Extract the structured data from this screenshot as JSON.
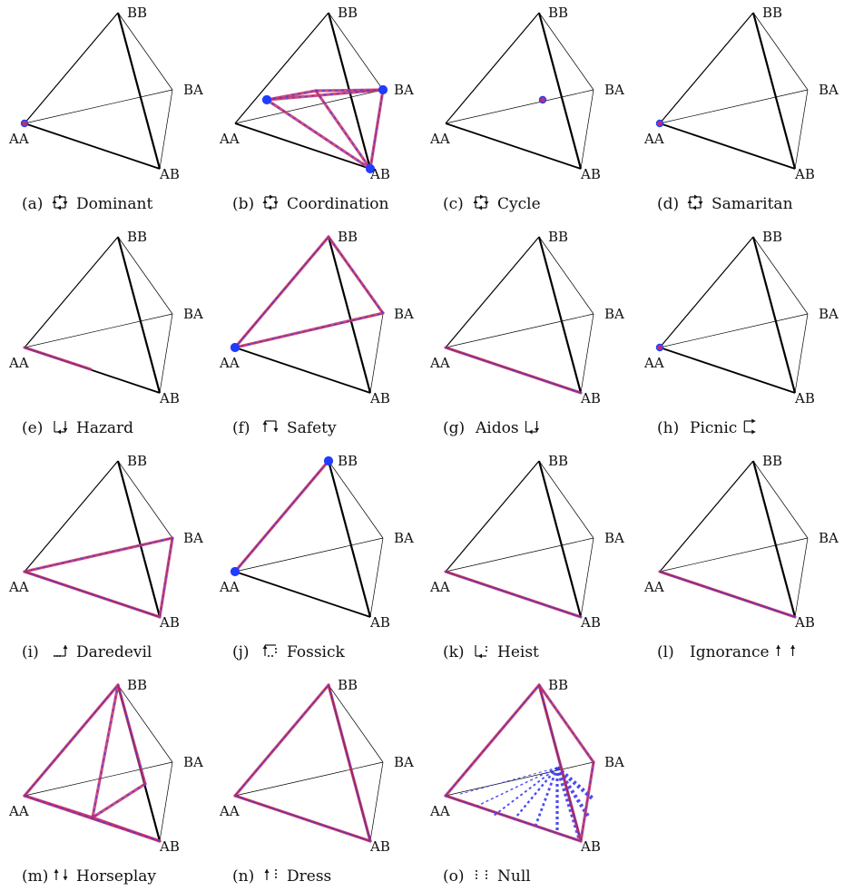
{
  "vertex_labels": {
    "AA": "AA",
    "AB": "AB",
    "BA": "BA",
    "BB": "BB"
  },
  "colors": {
    "edge": "#000000",
    "trajectory": "#c8306a",
    "trajectory_alt": "#3a3aee",
    "point_fill": "#1f3cff",
    "point_edge": "#c8306a"
  },
  "panels": [
    {
      "letter": "(a)",
      "name": "Dominant",
      "glyph_before": "square-cycle",
      "glyph_after": "",
      "paths": [],
      "points": [
        "AA"
      ],
      "point_style": "red"
    },
    {
      "letter": "(b)",
      "name": "Coordination",
      "glyph_before": "square-cycle",
      "glyph_after": "",
      "paths": [
        [
          "P1",
          "BA"
        ],
        [
          "P1",
          "AB"
        ],
        [
          "BA",
          "AB"
        ],
        [
          "P1",
          "P2"
        ],
        [
          "P2",
          "AB"
        ],
        [
          "P2",
          "BA"
        ]
      ],
      "points": [
        "P1",
        "BA",
        "AB"
      ],
      "point_style": "blue"
    },
    {
      "letter": "(c)",
      "name": "Cycle",
      "glyph_before": "square-cycle",
      "glyph_after": "",
      "paths": [],
      "points": [
        "CENTER"
      ],
      "point_style": "red"
    },
    {
      "letter": "(d)",
      "name": "Samaritan",
      "glyph_before": "square-cycle",
      "glyph_after": "",
      "paths": [],
      "points": [
        "AA"
      ],
      "point_style": "red"
    },
    {
      "letter": "(e)",
      "name": "Hazard",
      "glyph_before": "l-arrows",
      "glyph_after": "",
      "paths": [
        [
          "AA",
          "HZ"
        ]
      ],
      "points": [],
      "point_style": "none"
    },
    {
      "letter": "(f)",
      "name": "Safety",
      "glyph_before": "t-arrows",
      "glyph_after": "",
      "paths": [
        [
          "AA",
          "BB"
        ],
        [
          "AA",
          "SF"
        ],
        [
          "SF",
          "BB"
        ]
      ],
      "points": [
        "AA"
      ],
      "point_style": "blue"
    },
    {
      "letter": "(g)",
      "name": "Aidos",
      "glyph_before": "",
      "glyph_after": "l-arrows",
      "paths": [
        [
          "AA",
          "AB"
        ]
      ],
      "points": [],
      "point_style": "none"
    },
    {
      "letter": "(h)",
      "name": "Picnic",
      "glyph_before": "",
      "glyph_after": "c-arrows",
      "paths": [],
      "points": [
        "AA"
      ],
      "point_style": "red"
    },
    {
      "letter": "(i)",
      "name": "Daredevil",
      "glyph_before": "dot-arrows",
      "glyph_after": "",
      "paths": [
        [
          "AA",
          "AB"
        ],
        [
          "AA",
          "BA"
        ],
        [
          "BA",
          "AB"
        ]
      ],
      "points": [],
      "point_style": "none"
    },
    {
      "letter": "(j)",
      "name": "Fossick",
      "glyph_before": "corner-arrows",
      "glyph_after": "",
      "paths": [
        [
          "AA",
          "BB"
        ]
      ],
      "points": [
        "AA",
        "BB"
      ],
      "point_style": "blue"
    },
    {
      "letter": "(k)",
      "name": "Heist",
      "glyph_before": "l-dot-arrows",
      "glyph_after": "",
      "paths": [
        [
          "AA",
          "AB"
        ]
      ],
      "points": [],
      "point_style": "none"
    },
    {
      "letter": "(l)",
      "name": "Ignorance",
      "glyph_before": "",
      "glyph_after": "two-ups",
      "paths": [
        [
          "AA",
          "AB"
        ]
      ],
      "points": [],
      "point_style": "none"
    },
    {
      "letter": "(m)",
      "name": "Horseplay",
      "glyph_before": "up-down",
      "glyph_after": "",
      "paths": [
        [
          "AA",
          "BB"
        ],
        [
          "AA",
          "HP"
        ],
        [
          "HP",
          "BB"
        ],
        [
          "BB",
          "HQ"
        ],
        [
          "HQ",
          "HP"
        ],
        [
          "HP",
          "AB"
        ],
        [
          "AA",
          "AB"
        ]
      ],
      "points": [],
      "point_style": "none"
    },
    {
      "letter": "(n)",
      "name": "Dress",
      "glyph_before": "up-dots",
      "glyph_after": "",
      "paths": [
        [
          "AA",
          "BB"
        ],
        [
          "BB",
          "AB"
        ],
        [
          "AA",
          "AB"
        ]
      ],
      "points": [],
      "point_style": "none"
    },
    {
      "letter": "(o)",
      "name": "Null",
      "glyph_before": "dots-only",
      "glyph_after": "",
      "paths": [
        [
          "AA",
          "BB"
        ],
        [
          "BB",
          "AB"
        ],
        [
          "AA",
          "AB"
        ],
        [
          "BB",
          "BA"
        ],
        [
          "BA",
          "AB"
        ]
      ],
      "points": [],
      "point_style": "none",
      "fan": true
    }
  ]
}
